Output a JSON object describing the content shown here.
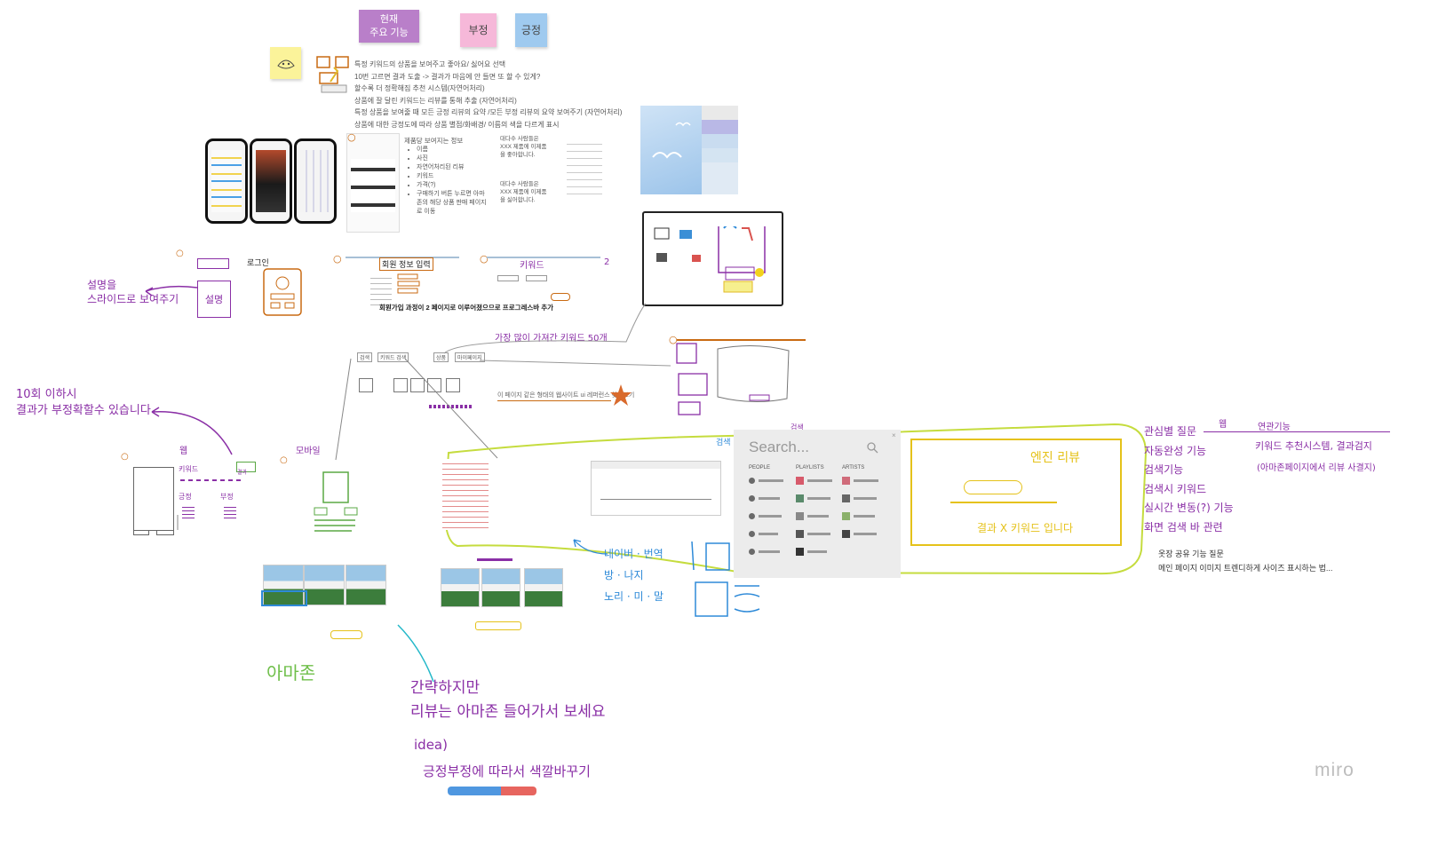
{
  "stickies": {
    "current_features": "현재\n주요 기능",
    "negative": "부정",
    "positive": "긍정"
  },
  "feature_notes": [
    "특정 키워드의 상품을 보여주고 좋아요/ 싫어요 선택",
    "10번 고르면 결과 도출 -> 결과가 마음에 안 들면 또 할 수 있게?",
    "할수록 더 정확해짐 추천 시스템(자연어처리)",
    "상품에 잘 달린 키워드는 리뷰를 통해 추출 (자연어처리)",
    "특정 상품을 보여줄 때 모든 긍정 리뷰의 요약 /모든 부정 리뷰의 요약 보여주기 (자연어처리)",
    "상품에 대한 긍정도에 따라 상품 별점/화배경/ 이름의 색을 다르게 표시"
  ],
  "product_info": {
    "title": "제품당 보여지는 정보",
    "items": [
      "이름",
      "사진",
      "자연어처리된 리뷰",
      "키워드",
      "가격(?)",
      "구매하기 버튼 누르면 아마존의 해당 상품 판매 페이지로 이동"
    ]
  },
  "review_samples": [
    "대다수 사람들은 XXX 제품에 이제품을 좋아합니다.",
    "대다수 사람들은 XXX 제품에 이제품을 싫어합니다."
  ],
  "signup": {
    "login_label": "로그인",
    "form_title": "회원 정보 입력",
    "keyword_title": "키워드",
    "step_number": "2",
    "progress_note": "회원가입 과정이 2 페이지로 이루어졌으므로 프로그레스바 추가",
    "popular_keyword_note": "가장 많이 가져간 키워드 50개"
  },
  "nav_tabs": [
    "검색",
    "키워드 검색",
    "상품",
    "마이페이지"
  ],
  "reference_note": "이 페이지 같은 형태의 웹사이트 ui 레퍼런스 찾아보기",
  "search": {
    "placeholder": "Search...",
    "columns": [
      "PEOPLE",
      "PLAYLISTS",
      "ARTISTS"
    ]
  },
  "handwriting": {
    "slide_desc": "설명을\n스라이드로 보여주기",
    "desc_box": "설명",
    "warning": "10회 이하시\n결과가 부정확할수 있습니다",
    "web": "웹",
    "mobile": "모바일",
    "keyword": "키워드",
    "result": "결과",
    "positive": "긍정",
    "negative": "부정",
    "amazon": "아마존",
    "simple_note": "간략하지만\n리뷰는 아마존 들어가서 보세요",
    "idea": "idea)",
    "color_idea": "긍정부정에 따라서  색깔바꾸기",
    "naver": "네이버 · 번역\n방 · 나지\n노리 · 미 · 말",
    "engine": "엔진 리뷰",
    "engine_sub": "결과 X 키워드 입니다",
    "search_words": "검색",
    "features_list": "관심별 질문\n자동완성 기능\n검색기능\n검색시 키워드\n실시간 변동(?) 기능\n화면 검색 바 관련",
    "web_label": "웹",
    "related": "연관기능",
    "keyword_recommend": "키워드 추천시스템, 결과검지",
    "amazon_linked": "(아마존페이지에서 리뷰 사결지)",
    "clothing_q": "옷장 공유 기능 질문",
    "image_trend": "메인 페이지 이미지 트렌디하게 사이즈 표시하는 법..."
  },
  "brand": "miro",
  "colors": {
    "sticky_purple": "#b97fc9",
    "sticky_pink": "#f6b8d9",
    "sticky_blue": "#9fcaef",
    "sticky_yellow": "#fbf39a",
    "marker_green": "#c5dc3e",
    "marker_purple": "#8a2fa6",
    "marker_orange": "#c96a12",
    "marker_blue": "#2e8ad8"
  }
}
